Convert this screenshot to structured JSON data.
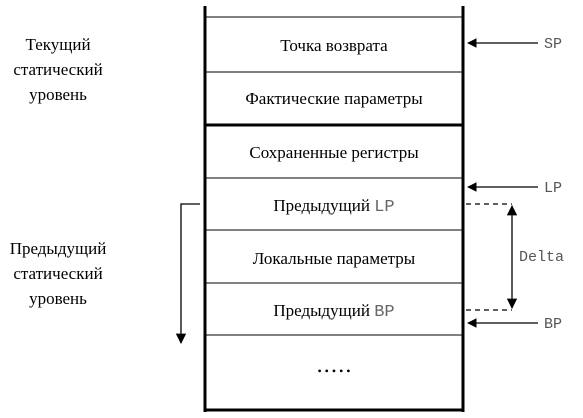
{
  "side_labels": {
    "current_level": [
      "Текущий",
      "статический",
      "уровень"
    ],
    "previous_level": [
      "Предыдущий",
      "статический",
      "уровень"
    ]
  },
  "cells": {
    "return_point": "Точка возврата",
    "actual_params": "Фактические параметры",
    "saved_registers": "Сохраненные регистры",
    "prev_lp_text": "Предыдущий ",
    "prev_lp_code": "LP",
    "local_params": "Локальные параметры",
    "prev_bp_text": "Предыдущий ",
    "prev_bp_code": "BP",
    "ellipsis": "• • • • •"
  },
  "pointers": {
    "sp": "SP",
    "lp": "LP",
    "bp": "BP",
    "delta": "Delta"
  }
}
